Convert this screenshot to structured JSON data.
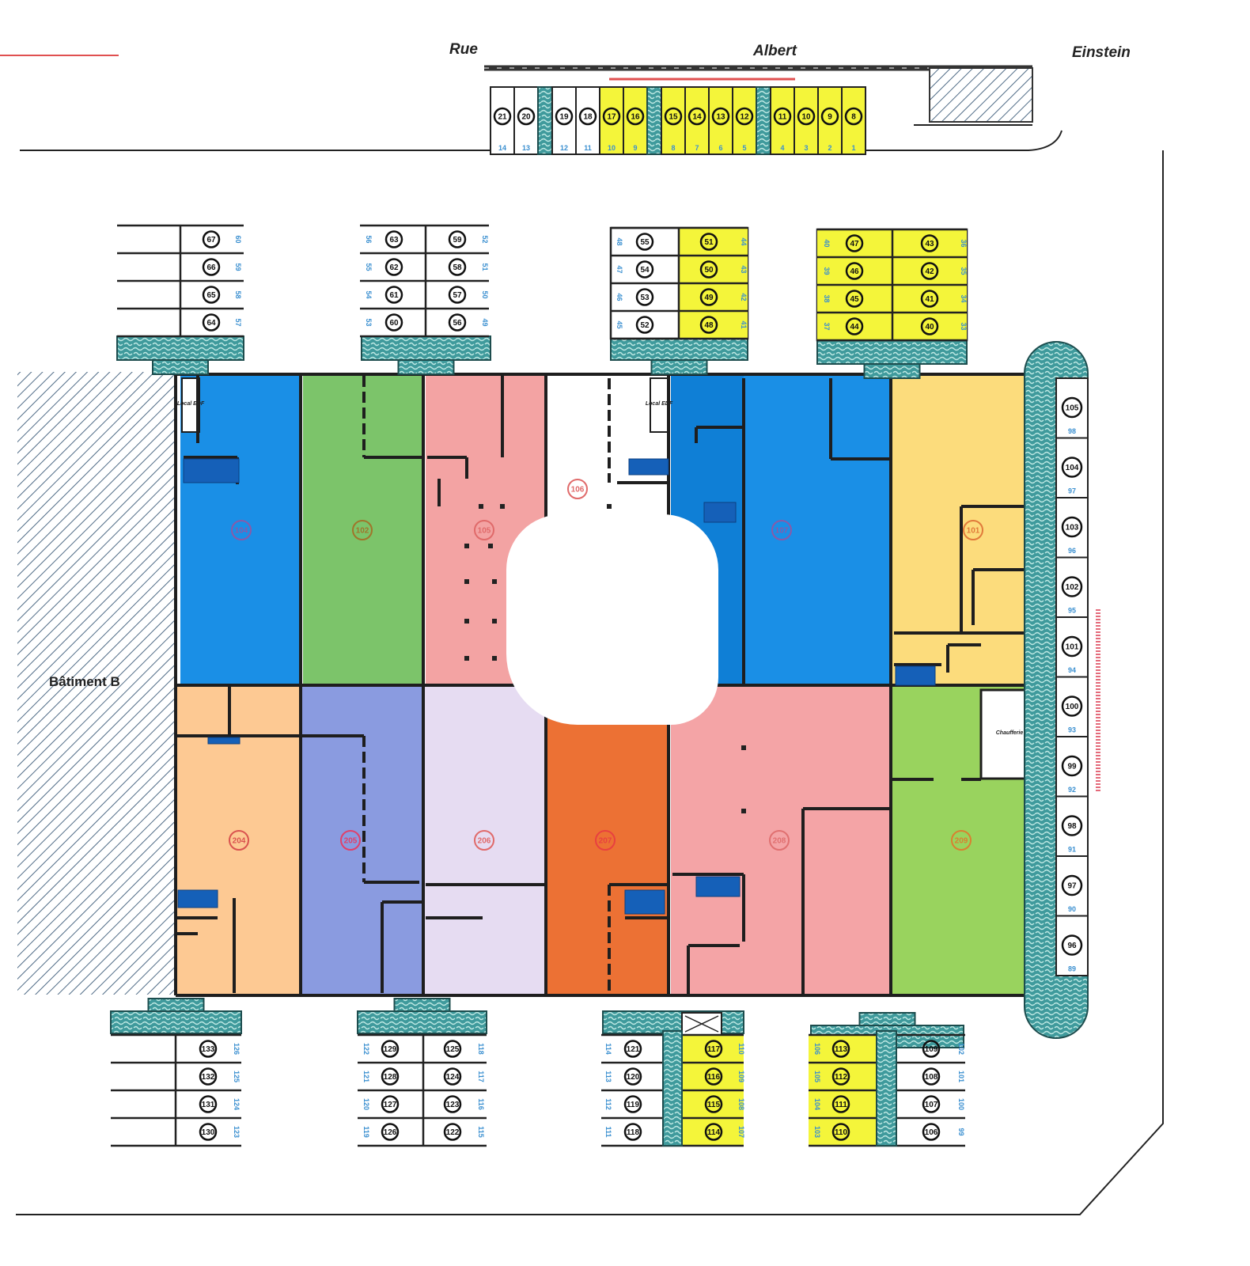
{
  "streets": {
    "rue": "Rue",
    "albert": "Albert",
    "einstein": "Einstein"
  },
  "building_b_label": "Bâtiment B",
  "room_labels": {
    "local_edf_left": "Local EDF",
    "local_edf_right": "Local EDF",
    "chaufferie": "Chaufferie"
  },
  "colors": {
    "highlight": "#f4f53a",
    "planter": "#3f9a9c",
    "parking_sub": "#3a8fd0",
    "wall": "#1e1e1e"
  },
  "top_row": [
    {
      "n": "21",
      "sub": "14",
      "hl": false
    },
    {
      "n": "20",
      "sub": "13",
      "hl": false
    },
    {
      "strip": true
    },
    {
      "n": "19",
      "sub": "12",
      "hl": false
    },
    {
      "n": "18",
      "sub": "11",
      "hl": false
    },
    {
      "n": "17",
      "sub": "10",
      "hl": true
    },
    {
      "n": "16",
      "sub": "9",
      "hl": true
    },
    {
      "strip": true
    },
    {
      "n": "15",
      "sub": "8",
      "hl": true
    },
    {
      "n": "14",
      "sub": "7",
      "hl": true
    },
    {
      "n": "13",
      "sub": "6",
      "hl": true
    },
    {
      "n": "12",
      "sub": "5",
      "hl": true
    },
    {
      "strip": true
    },
    {
      "n": "11",
      "sub": "4",
      "hl": true
    },
    {
      "n": "10",
      "sub": "3",
      "hl": true
    },
    {
      "n": "9",
      "sub": "2",
      "hl": true
    },
    {
      "n": "8",
      "sub": "1",
      "hl": true
    }
  ],
  "blocks_top": [
    {
      "left": [],
      "right": [
        {
          "n": "67",
          "sub": "60"
        },
        {
          "n": "66",
          "sub": "59"
        },
        {
          "n": "65",
          "sub": "58"
        },
        {
          "n": "64",
          "sub": "57"
        }
      ],
      "hl_left": false,
      "hl_right": false
    },
    {
      "left": [
        {
          "n": "63",
          "sub": "56"
        },
        {
          "n": "62",
          "sub": "55"
        },
        {
          "n": "61",
          "sub": "54"
        },
        {
          "n": "60",
          "sub": "53"
        }
      ],
      "right": [
        {
          "n": "59",
          "sub": "52"
        },
        {
          "n": "58",
          "sub": "51"
        },
        {
          "n": "57",
          "sub": "50"
        },
        {
          "n": "56",
          "sub": "49"
        }
      ],
      "hl_left": false,
      "hl_right": false
    },
    {
      "left": [
        {
          "n": "55",
          "sub": "48"
        },
        {
          "n": "54",
          "sub": "47"
        },
        {
          "n": "53",
          "sub": "46"
        },
        {
          "n": "52",
          "sub": "45"
        }
      ],
      "right": [
        {
          "n": "51",
          "sub": "44"
        },
        {
          "n": "50",
          "sub": "43"
        },
        {
          "n": "49",
          "sub": "42"
        },
        {
          "n": "48",
          "sub": "41"
        }
      ],
      "hl_left": false,
      "hl_right": true
    },
    {
      "left": [
        {
          "n": "47",
          "sub": "40"
        },
        {
          "n": "46",
          "sub": "39"
        },
        {
          "n": "45",
          "sub": "38"
        },
        {
          "n": "44",
          "sub": "37"
        }
      ],
      "right": [
        {
          "n": "43",
          "sub": "36"
        },
        {
          "n": "42",
          "sub": "35"
        },
        {
          "n": "41",
          "sub": "34"
        },
        {
          "n": "40",
          "sub": "33"
        }
      ],
      "hl_left": true,
      "hl_right": true
    }
  ],
  "blocks_bottom": [
    {
      "left": [],
      "right": [
        {
          "n": "133",
          "sub": "126"
        },
        {
          "n": "132",
          "sub": "125"
        },
        {
          "n": "131",
          "sub": "124"
        },
        {
          "n": "130",
          "sub": "123"
        }
      ],
      "hl_left": false,
      "hl_right": false
    },
    {
      "left": [
        {
          "n": "129",
          "sub": "122"
        },
        {
          "n": "128",
          "sub": "121"
        },
        {
          "n": "127",
          "sub": "120"
        },
        {
          "n": "126",
          "sub": "119"
        }
      ],
      "right": [
        {
          "n": "125",
          "sub": "118"
        },
        {
          "n": "124",
          "sub": "117"
        },
        {
          "n": "123",
          "sub": "116"
        },
        {
          "n": "122",
          "sub": "115"
        }
      ],
      "hl_left": false,
      "hl_right": false
    },
    {
      "left": [
        {
          "n": "121",
          "sub": "114"
        },
        {
          "n": "120",
          "sub": "113"
        },
        {
          "n": "119",
          "sub": "112"
        },
        {
          "n": "118",
          "sub": "111"
        }
      ],
      "right": [
        {
          "n": "117",
          "sub": "110"
        },
        {
          "n": "116",
          "sub": "109"
        },
        {
          "n": "115",
          "sub": "108"
        },
        {
          "n": "114",
          "sub": "107"
        }
      ],
      "hl_left": false,
      "hl_right": true
    },
    {
      "left": [
        {
          "n": "113",
          "sub": "106"
        },
        {
          "n": "112",
          "sub": "105"
        },
        {
          "n": "111",
          "sub": "104"
        },
        {
          "n": "110",
          "sub": "103"
        }
      ],
      "right": [
        {
          "n": "109",
          "sub": "102"
        },
        {
          "n": "108",
          "sub": "101"
        },
        {
          "n": "107",
          "sub": "100"
        },
        {
          "n": "106",
          "sub": "99"
        }
      ],
      "hl_left": true,
      "hl_right": false
    }
  ],
  "right_column": [
    {
      "n": "105",
      "sub": "98"
    },
    {
      "n": "104",
      "sub": "97"
    },
    {
      "n": "103",
      "sub": "96"
    },
    {
      "n": "102",
      "sub": "95"
    },
    {
      "n": "101",
      "sub": "94"
    },
    {
      "n": "100",
      "sub": "93"
    },
    {
      "n": "99",
      "sub": "92"
    },
    {
      "n": "98",
      "sub": "91"
    },
    {
      "n": "97",
      "sub": "90"
    },
    {
      "n": "96",
      "sub": "89"
    }
  ],
  "units": [
    {
      "n": "104",
      "color": "#1a8fe6",
      "label_color": "#8a5aa8"
    },
    {
      "n": "102",
      "color": "#7cc46a",
      "label_color": "#a0752a"
    },
    {
      "n": "105",
      "color": "#f3a3a3",
      "label_color": "#e06a6a"
    },
    {
      "n": "106",
      "color": "#ffffff",
      "label_color": "#e06a6a"
    },
    {
      "n": "107",
      "color": "#1a8fe6",
      "label_color": "#8a5aa8"
    },
    {
      "n": "101",
      "color": "#fcdc7c",
      "label_color": "#e07a3a"
    },
    {
      "n": "204",
      "color": "#fdc993",
      "label_color": "#d9534f"
    },
    {
      "n": "205",
      "color": "#8a9be0",
      "label_color": "#e0406a"
    },
    {
      "n": "206",
      "color": "#e6dcf2",
      "label_color": "#e06a6a"
    },
    {
      "n": "207",
      "color": "#ec7134",
      "label_color": "#e84040"
    },
    {
      "n": "208",
      "color": "#f4a4a6",
      "label_color": "#e07070"
    },
    {
      "n": "209",
      "color": "#99d35e",
      "label_color": "#d98030"
    }
  ]
}
